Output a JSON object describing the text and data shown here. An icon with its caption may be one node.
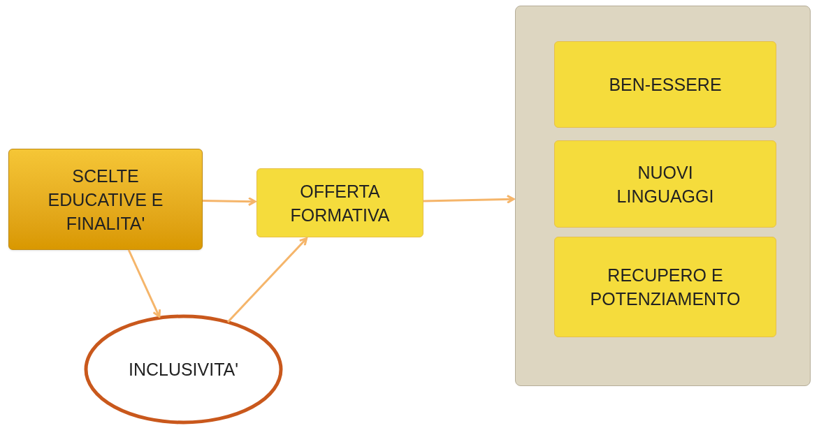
{
  "diagram": {
    "nodes": [
      {
        "text": [
          "SCELTE EDUCATIVE E FINALITA'"
        ]
      },
      {
        "text": [
          "OFFERTA FORMATIVA"
        ]
      },
      {
        "text": [],
        "shape": "box"
      },
      {
        "text": [
          "BEN-ESSERE"
        ],
        "in": 2
      },
      {
        "text": [
          "NUOVI LINGUAGGI"
        ],
        "in": 2
      },
      {
        "text": [
          "RECUPERO E POTENZIAMENTO"
        ],
        "in": 2
      },
      {
        "text": [
          "INCLUSIVITA'"
        ]
      }
    ],
    "edges": [
      {
        "from": 0,
        "to": 1,
        "arrow": "to"
      },
      {
        "from": 0,
        "to": 6,
        "arrow": "to"
      },
      {
        "from": 6,
        "to": 1,
        "arrow": "to"
      },
      {
        "from": 1,
        "to": 2,
        "arrow": "to"
      }
    ]
  }
}
